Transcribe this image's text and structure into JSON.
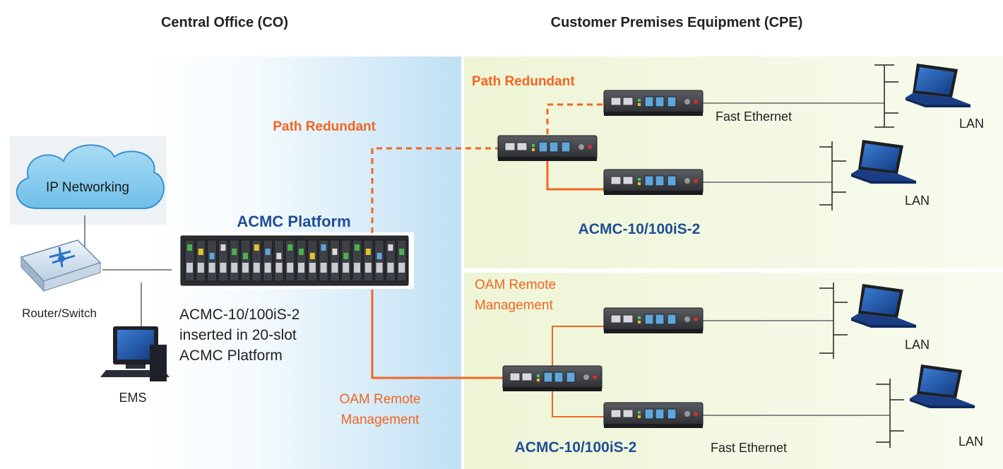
{
  "headings": {
    "co": "Central Office (CO)",
    "cpe": "Customer Premises Equipment (CPE)"
  },
  "labels": {
    "ip_networking": "IP Networking",
    "router_switch": "Router/Switch",
    "ems": "EMS",
    "acmc_platform": "ACMC Platform",
    "inserted_line1": "ACMC-10/100iS-2",
    "inserted_line2": "inserted in 20-slot",
    "inserted_line3": "ACMC Platform",
    "path_redundant_co": "Path Redundant",
    "oam_co_line1": "OAM Remote",
    "oam_co_line2": "Management",
    "path_redundant_cpe": "Path Redundant",
    "fast_ethernet_top": "Fast Ethernet",
    "model_top": "ACMC-10/100iS-2",
    "oam_cpe_line1": "OAM Remote",
    "oam_cpe_line2": "Management",
    "model_bottom": "ACMC-10/100iS-2",
    "fast_ethernet_bottom": "Fast Ethernet",
    "lan_1": "LAN",
    "lan_2": "LAN",
    "lan_3": "LAN",
    "lan_4": "LAN"
  },
  "colors": {
    "orange": "#f26522",
    "blue_text": "#1f4e96",
    "dark_text": "#222222",
    "co_gradient_start": "#ffffff",
    "co_gradient_end": "#bfe0f4",
    "cpe_panel": "#eff5dc"
  }
}
